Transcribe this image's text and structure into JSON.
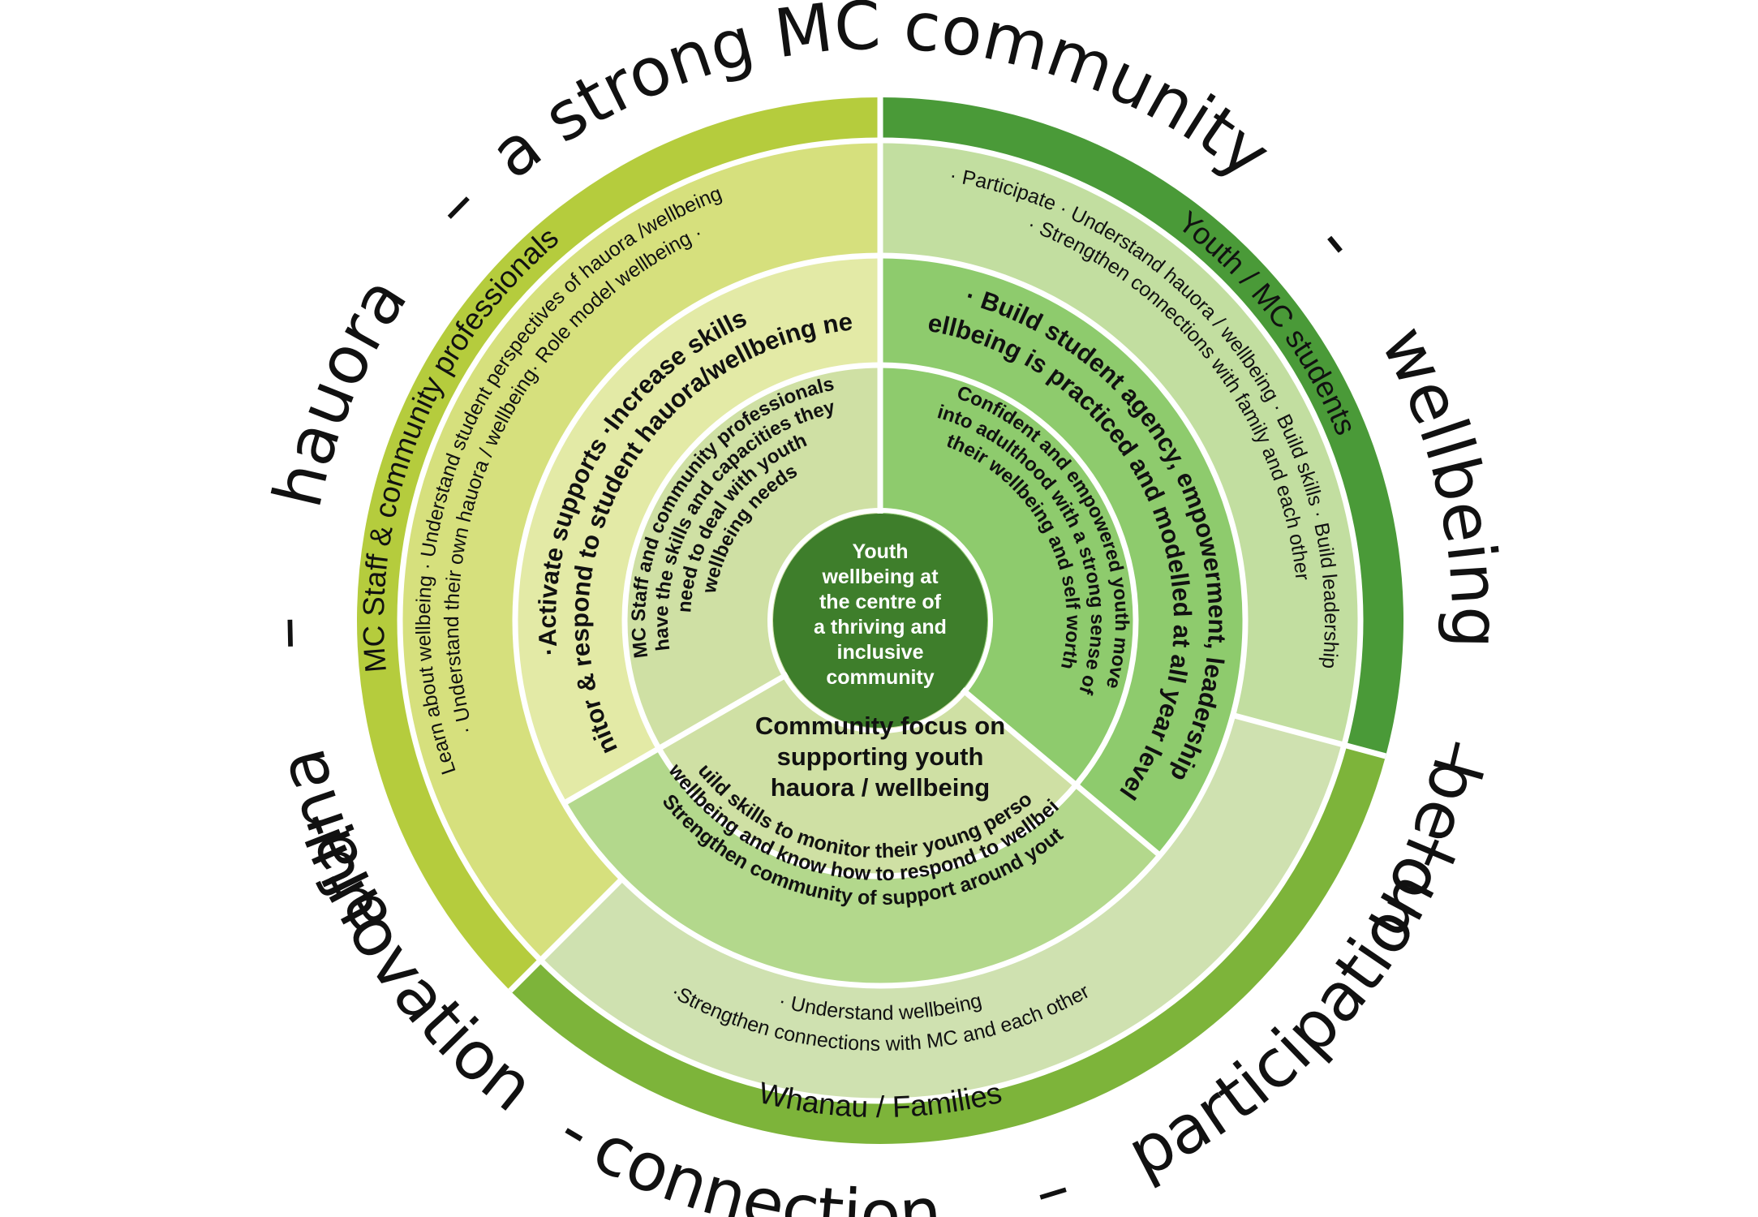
{
  "outer_ring": {
    "words": [
      "mafana",
      "–",
      "hauora",
      "–",
      "a strong MC community",
      "-",
      "wellbeing",
      "–",
      "belonging",
      "–",
      "participation",
      "–",
      "connection",
      "-",
      "innovation",
      "-"
    ]
  },
  "colors": {
    "staff_outer": "#b5cc3d",
    "staff_mid": "#d6e07d",
    "staff_inner": "#e3eaa6",
    "youth_outer": "#4a9a38",
    "youth_mid": "#c2dea0",
    "youth_inner": "#8ecb6d",
    "whanau_outer": "#7db43a",
    "whanau_mid": "#cfe1b0",
    "whanau_inner": "#b3d88c",
    "core": "#cfe0a4",
    "center": "#3e7e2b",
    "separator": "#ffffff"
  },
  "segments": {
    "staff": {
      "title": "MC Staff & community professionals",
      "roles": [
        "Learn about wellbeing · Understand student perspectives of hauora /wellbeing",
        "· Understand their own hauora / wellbeing· Role model wellbeing ·"
      ],
      "actions": [
        "·Activate supports ·Increase skills",
        "Monitor & respond to student hauora/wellbeing needs"
      ],
      "outcome": [
        "MC Staff and community professionals",
        "have the skills and capacities they",
        "need to deal with youth",
        "wellbeing needs"
      ]
    },
    "youth": {
      "title": "Youth / MC students",
      "roles": [
        "· Participate · Understand hauora / wellbeing · Build skills · Build leadership",
        "· Strengthen connections with family and each other"
      ],
      "actions": [
        "· Build student agency, empowerment, leadership",
        "Wellbeing is practiced and modelled at all year levels"
      ],
      "outcome": [
        "Confident and empowered youth move",
        "into adulthood with a strong sense of",
        "their wellbeing and self worth"
      ]
    },
    "whanau": {
      "title": "Whanau / Families",
      "roles": [
        "· Understand wellbeing",
        "·Strengthen connections with MC and each other"
      ],
      "actions": [
        "hauora / wellbeing and know how to respond to wellbeing needs",
        "· Strengthen community of support around youth"
      ],
      "actions_lead": "· Build skills to monitor their young person's",
      "outcome": [
        "Community focus on",
        "supporting youth",
        "hauora / wellbeing"
      ]
    }
  },
  "center": {
    "lines": [
      "Youth",
      "wellbeing at",
      "the centre of",
      "a thriving and",
      "inclusive",
      "community"
    ]
  }
}
